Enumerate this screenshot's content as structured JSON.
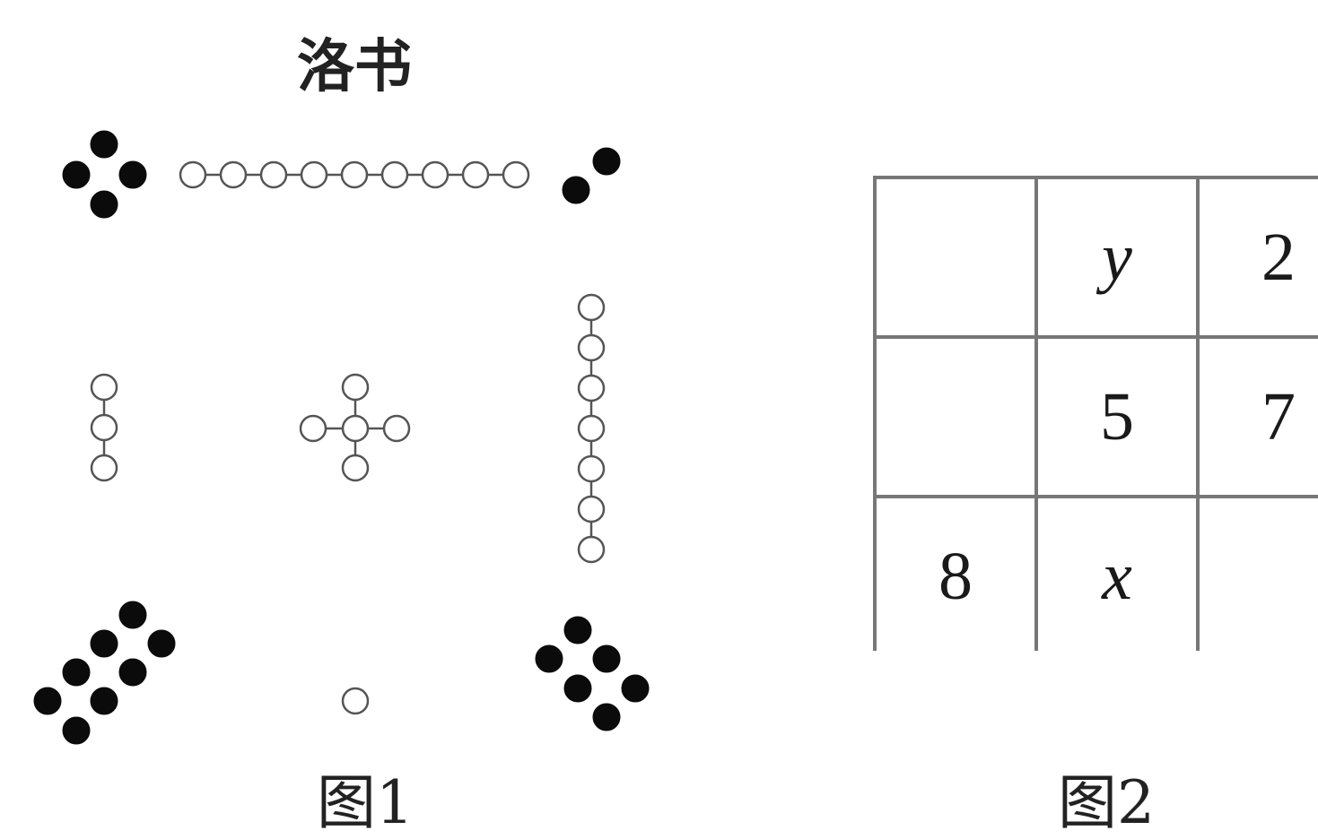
{
  "figure1": {
    "title": "洛书",
    "caption": "图1",
    "groups": [
      {
        "position": "top-left",
        "count": 4,
        "color": "black",
        "pattern": "diamond"
      },
      {
        "position": "top-center",
        "count": 9,
        "color": "white",
        "pattern": "horizontal-chain"
      },
      {
        "position": "top-right",
        "count": 2,
        "color": "black",
        "pattern": "diagonal"
      },
      {
        "position": "middle-left",
        "count": 3,
        "color": "white",
        "pattern": "vertical-chain"
      },
      {
        "position": "center",
        "count": 5,
        "color": "white",
        "pattern": "cross"
      },
      {
        "position": "middle-right",
        "count": 7,
        "color": "white",
        "pattern": "vertical-chain"
      },
      {
        "position": "bottom-left",
        "count": 8,
        "color": "black",
        "pattern": "double-diagonal"
      },
      {
        "position": "bottom-center",
        "count": 1,
        "color": "white",
        "pattern": "single"
      },
      {
        "position": "bottom-right",
        "count": 6,
        "color": "black",
        "pattern": "lattice"
      }
    ]
  },
  "figure2": {
    "caption": "图2",
    "rows": [
      [
        "",
        "y",
        "2"
      ],
      [
        "",
        "5",
        "7"
      ],
      [
        "8",
        "x",
        ""
      ]
    ]
  }
}
